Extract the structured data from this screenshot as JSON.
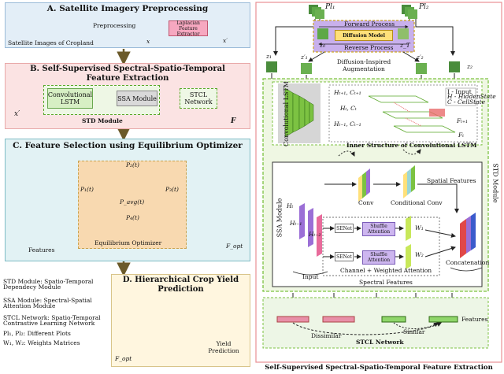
{
  "panelA": {
    "title": "A. Satellite Imagery Preprocessing",
    "images_caption": "Satellite Images of Cropland",
    "preprocessing": "Preprocessing",
    "x": "x",
    "laplacian": "Laplacian Feature Extractor",
    "x_prime": "x′"
  },
  "panelB": {
    "title": "B. Self-Supervised Spectral-Spatio-Temporal Feature Extraction",
    "x_prime": "x′",
    "conv_lstm": "Convolutional LSTM",
    "ssa": "SSA Module",
    "stcl": "STCL Network",
    "std": "STD Module",
    "F": "F"
  },
  "panelC": {
    "title": "C. Feature Selection using Equilibrium Optimizer",
    "features": "Features",
    "p1": "P₁(t)",
    "p2": "P₂(t)",
    "p3": "P₃(t)",
    "p4": "P₄(t)",
    "pavg": "P_avg(t)",
    "optimizer": "Equilibrium Optimizer",
    "fopt": "F_opt"
  },
  "legend": {
    "std": "STD Module: Spatio-Temporal Dependecy Module",
    "ssa": "SSA Module: Spectral-Spatial Attention Module",
    "stcl": "STCL Network: Spatio-Temporal Contrastive Learning Network",
    "plots": "Pl₁, Pl₂: Different Plots",
    "weights": "W₁, W₂: Weights Matrices"
  },
  "panelD": {
    "title": "D. Hierarchical Crop Yield Prediction",
    "fopt": "F_opt",
    "yield": "Yield Prediction"
  },
  "right": {
    "pl1": "Pl₁",
    "pl2": "Pl₂",
    "forward": "Forward Process",
    "diffusion": "Diffusion Model",
    "reverse": "Reverse Process",
    "z0": "z₀",
    "zT": "z_T",
    "z1": "z₁",
    "z1p": "z′₁",
    "z2p": "z′₂",
    "z2": "z₂",
    "aug": "Diffusion-Inspired Augmentation",
    "conv_lstm": "Convolutional LSTM",
    "legend_I": "I - Input",
    "legend_H": "H - HiddenState",
    "legend_C": "C - CellState",
    "h_t1_c_t1": "Hₜ₊₁, Cₜ₊₁",
    "h_t_c_t": "Hₜ, Cₜ",
    "h_t1m_c_t1m": "Hₜ₋₁, Cₜ₋₁",
    "f_t1": "Fₜ₊₁",
    "f_t": "Fₜ",
    "inner": "Inner Structure of Convolutional LSTM",
    "std_module": "STD Module",
    "ssa_module": "SSA Module",
    "conv": "Conv",
    "cond_conv": "Conditional Conv",
    "spatial": "Spatial Features",
    "ht": "Hₜ",
    "ht1": "Hₜ₋₁",
    "ht2": "Hₜ₋₂",
    "senet1": "SENet",
    "senet2": "SENet",
    "shuffle1": "Shuffle Attention",
    "shuffle2": "Shuffle Attention",
    "w1": "W₁",
    "w2": "W₂",
    "input": "Input",
    "channel": "Channel + Weighted Attention",
    "spectral": "Spectral Features",
    "concat": "Concatenation",
    "features": "Features",
    "dissimilar": "Dissimilar",
    "similar": "Similar",
    "stcl": "STCL Network",
    "bottom_title": "Self-Supervised Spectral-Spatio-Temporal Feature Extraction"
  },
  "colors": {
    "panelA_bg": "#e3eef7",
    "panelB_bg": "#fbe3e3",
    "panelC_bg": "#e2f2f4",
    "panelD_bg": "#fff6df",
    "green": "#7cc242",
    "purple": "#b893e0",
    "right_border": "#e88f94"
  }
}
